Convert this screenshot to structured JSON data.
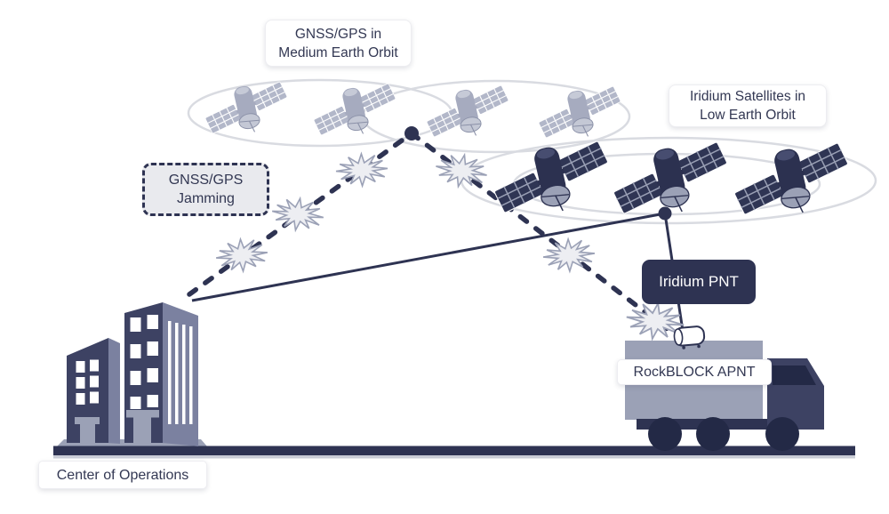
{
  "labels": {
    "meo_orbit": {
      "line1": "GNSS/GPS in",
      "line2": "Medium Earth Orbit"
    },
    "leo_orbit": {
      "line1": "Iridium Satellites in",
      "line2": "Low Earth Orbit"
    },
    "jamming": {
      "line1": "GNSS/GPS",
      "line2": "Jamming"
    },
    "iridium_pnt": {
      "text": "Iridium PNT"
    },
    "rockblock": {
      "text": "RockBLOCK APNT"
    },
    "operations": {
      "text": "Center of Operations"
    }
  },
  "icons": {
    "satellite": "satellite-icon",
    "orbit_ring": "orbit-ring",
    "jamming_burst": "jamming-burst-icon",
    "network_node": "network-node-dot",
    "buildings": "office-buildings-icon",
    "truck": "truck-icon",
    "rockblock_device": "rockblock-device-icon"
  },
  "scene": {
    "meo_satellite_count": 4,
    "leo_satellite_count": 3,
    "jamming_burst_count": 6,
    "truck_wheel_count": 3
  },
  "colors": {
    "navy": "#2e3352",
    "ink": "#232946",
    "slate": "#7b81a0",
    "steel": "#9ba1b6",
    "pale": "#e9eaee",
    "orbit": "#d9dbe1",
    "burst_fill": "#edeef2",
    "ground_shadow": "#c9ccd6",
    "text": "#333853",
    "white": "#ffffff",
    "sat_light_body": "#a6abbf",
    "sat_light_panel": "#b2b7c9",
    "sat_light_grid": "#ffffff",
    "sat_light_dish": "#c4c8d5",
    "sat_light_detail": "#8b91a8",
    "sat_light_cap": "#c6cad7",
    "sat_dark_body": "#2c3150",
    "sat_dark_panel": "#2f3554",
    "sat_dark_grid": "#999fb4",
    "sat_dark_dish": "#9ba1b6",
    "sat_dark_cap": "#474d70"
  }
}
